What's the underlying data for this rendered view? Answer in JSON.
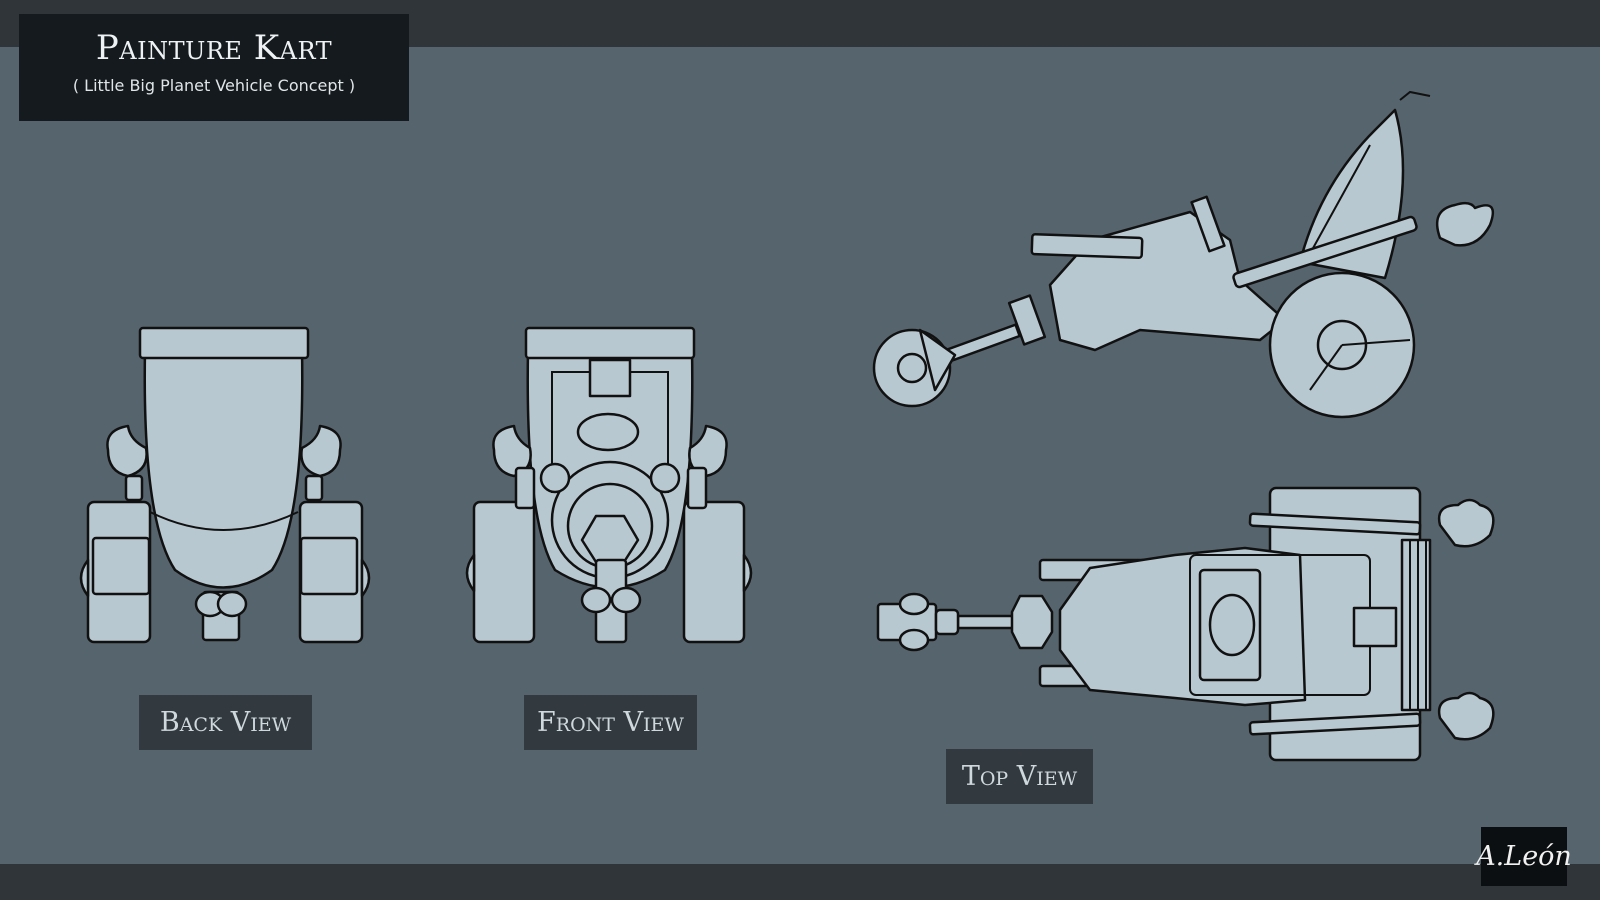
{
  "title": "Painture Kart",
  "subtitle": "( Little Big Planet Vehicle Concept )",
  "views": {
    "back": "Back View",
    "front": "Front View",
    "top": "Top View"
  },
  "signature": "A.León",
  "colors": {
    "background": "#56646d",
    "band": "#2f3539",
    "title_box": "#141a1e",
    "label_box": "#323a40",
    "vehicle_fill": "#b8c8d0",
    "outline": "#111111"
  }
}
